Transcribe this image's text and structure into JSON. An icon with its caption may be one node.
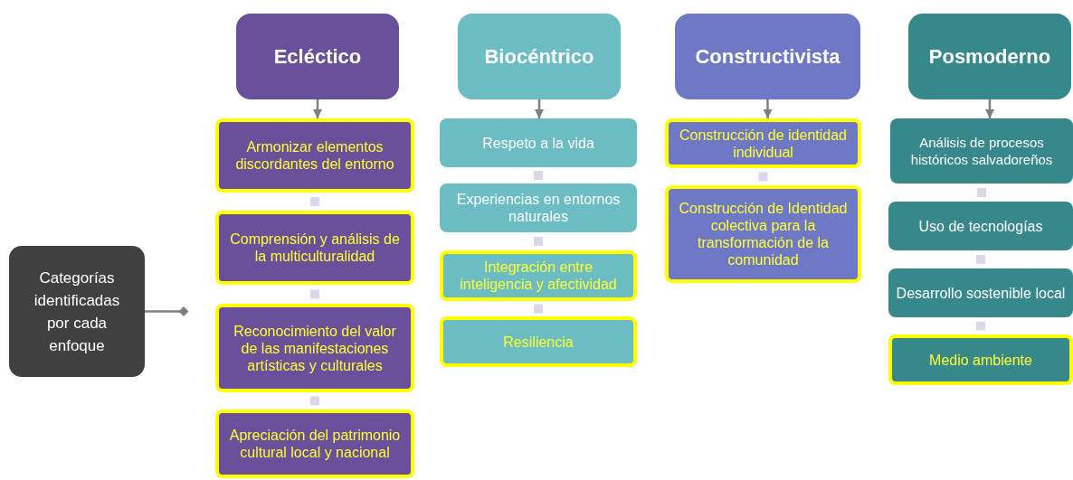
{
  "diagram": {
    "nodes": [
      {
        "text": [
          "Categorías identificadas por cada enfoque"
        ]
      },
      {
        "text": [
          "Ecléctico"
        ]
      },
      {
        "text": [
          "Armonizar elementos discordantes del entorno"
        ]
      },
      {
        "text": [
          "Comprensión y análisis de la multiculturalidad"
        ]
      },
      {
        "text": [
          "Reconocimiento del valor de las manifestaciones artísticas y culturales"
        ]
      },
      {
        "text": [
          "Apreciación del patrimonio cultural local y nacional"
        ]
      },
      {
        "text": [
          "Biocéntrico"
        ]
      },
      {
        "text": [
          "Respeto a la vida"
        ]
      },
      {
        "text": [
          "Experiencias en entornos naturales"
        ]
      },
      {
        "text": [
          "Integración entre inteligencia y afectividad"
        ]
      },
      {
        "text": [
          "Resiliencia"
        ]
      },
      {
        "text": [
          "Constructivista"
        ]
      },
      {
        "text": [
          "Construcción de identidad individual"
        ]
      },
      {
        "text": [
          "Construcción de Identidad colectiva para la transformación de la comunidad"
        ]
      },
      {
        "text": [
          "Posmoderno"
        ]
      },
      {
        "text": [
          "Análisis de procesos históricos salvadoreños"
        ]
      },
      {
        "text": [
          "Uso de tecnologías"
        ]
      },
      {
        "text": [
          "Desarrollo sostenible local"
        ]
      },
      {
        "text": [
          "Medio ambiente"
        ]
      }
    ],
    "edges": [
      {
        "from": 0,
        "to": null,
        "arrow": "other"
      },
      {
        "from": 1,
        "to": 2,
        "arrow": "to"
      },
      {
        "from": 6,
        "to": 7,
        "arrow": "to"
      },
      {
        "from": 11,
        "to": 12,
        "arrow": "to"
      },
      {
        "from": 14,
        "to": 15,
        "arrow": "to"
      }
    ]
  }
}
